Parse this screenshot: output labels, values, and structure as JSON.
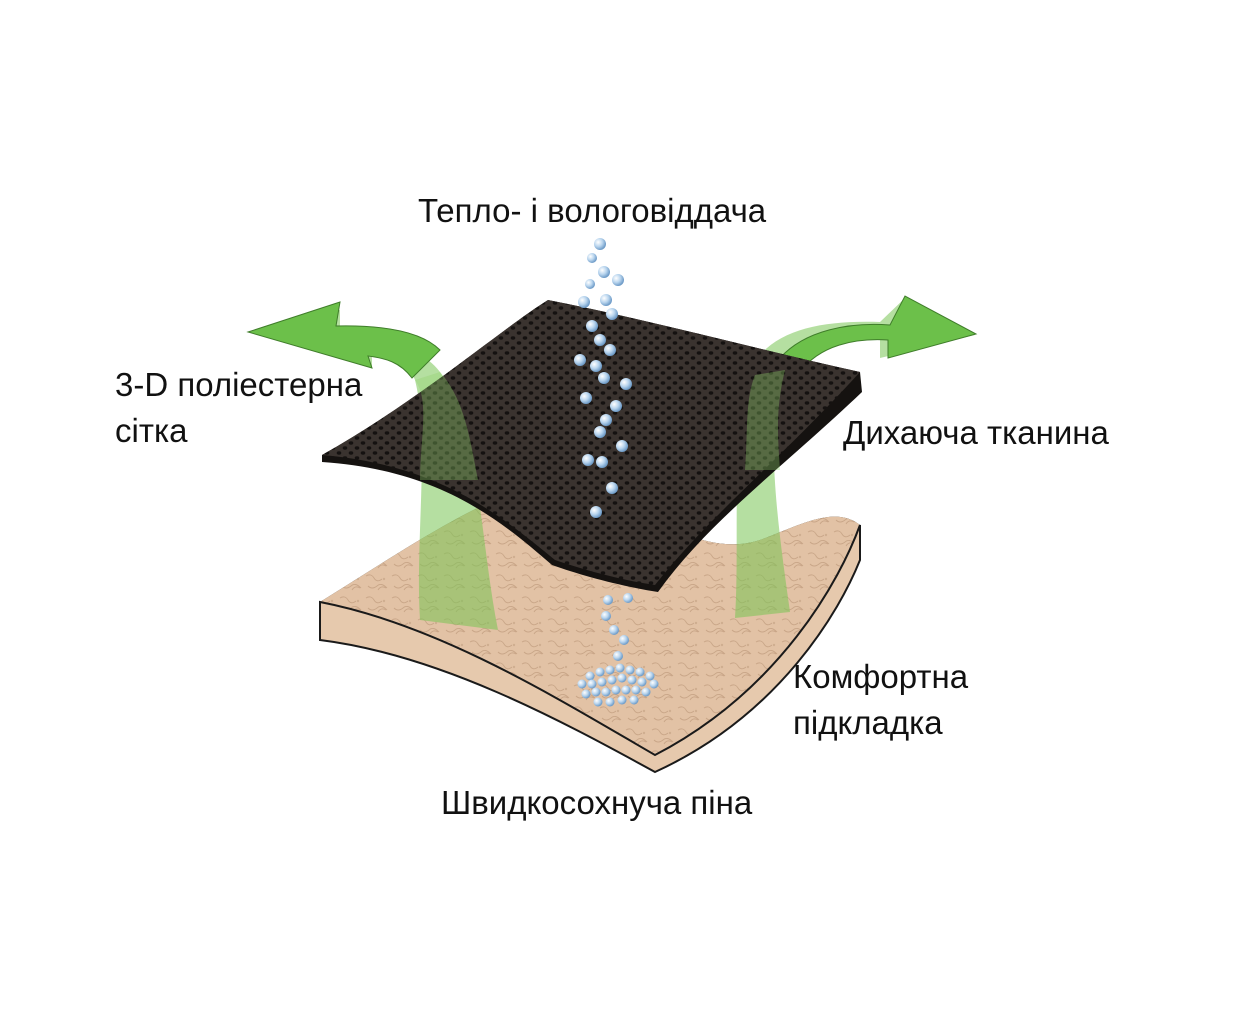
{
  "labels": {
    "heat_moisture": "Тепло- і вологовіддача",
    "mesh_line1": "3-D поліестерна",
    "mesh_line2": "сітка",
    "breathable_fabric": "Дихаюча тканина",
    "comfort_line1": "Комфортна",
    "comfort_line2": "підкладка",
    "foam": "Швидкосохнуча піна"
  },
  "colors": {
    "arrow_green": "#6cc04a",
    "arrow_green_translucent": "#8ed06a",
    "mesh_dark": "#2a2522",
    "foam_tan": "#e3c4a8",
    "foam_edge": "#1a1a1a",
    "droplet_blue": "#a9c9e6"
  },
  "icons": {
    "left_arrow": "curved-up-left-arrow",
    "right_arrow": "curved-up-right-arrow",
    "droplets": "water-droplets"
  }
}
